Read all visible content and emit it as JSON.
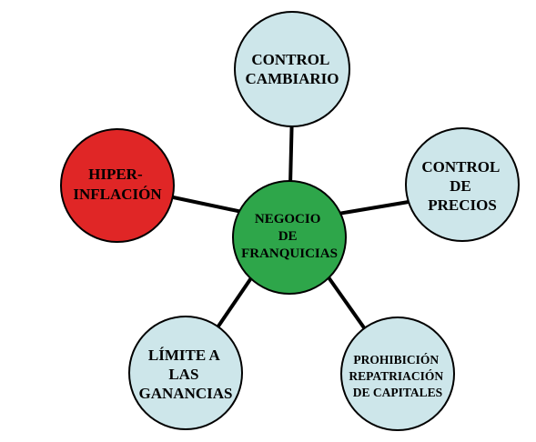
{
  "diagram": {
    "center": {
      "lines": [
        "NEGOCIO",
        "DE",
        "FRANQUICIAS"
      ],
      "color": "#2ea64a"
    },
    "nodes": [
      {
        "id": "control-cambiario",
        "lines": [
          "CONTROL",
          "CAMBIARIO"
        ],
        "color": "#cde6ea"
      },
      {
        "id": "control-precios",
        "lines": [
          "CONTROL",
          "DE",
          "PRECIOS"
        ],
        "color": "#cde6ea"
      },
      {
        "id": "prohibicion-repatriacion",
        "lines": [
          "PROHIBICIÓN",
          "REPATRIACIÓN",
          "DE CAPITALES"
        ],
        "color": "#cde6ea"
      },
      {
        "id": "limite-ganancias",
        "lines": [
          "LÍMITE A",
          "LAS",
          "GANANCIAS"
        ],
        "color": "#cde6ea"
      },
      {
        "id": "hiperinflacion",
        "lines": [
          "HIPER-",
          "INFLACIÓN"
        ],
        "color": "#e02626"
      }
    ]
  }
}
